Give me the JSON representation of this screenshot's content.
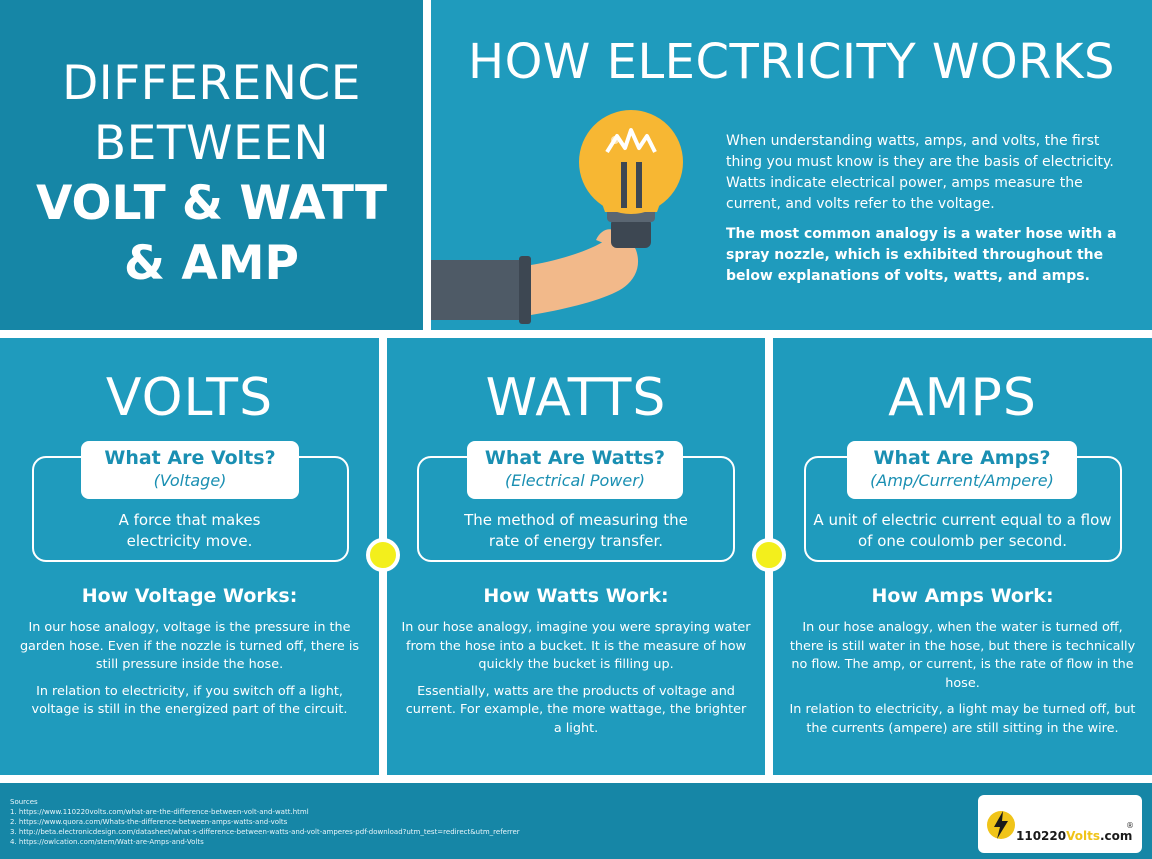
{
  "title": {
    "line1": "DIFFERENCE",
    "line2": "BETWEEN",
    "line3": "VOLT & WATT",
    "line4": "& AMP"
  },
  "how_electricity": {
    "heading": "HOW ELECTRICITY WORKS",
    "paragraph1": "When understanding watts, amps, and volts, the first thing you must know is they are the basis of electricity. Watts indicate electrical power, amps measure the current, and volts refer to the voltage.",
    "paragraph2": "The most common analogy is a water hose with a spray nozzle, which is exhibited throughout the below explanations of volts, watts, and amps."
  },
  "columns": [
    {
      "title": "VOLTS",
      "question": "What Are Volts?",
      "subtitle": "(Voltage)",
      "definition": "A force that makes electricity move.",
      "how_title": "How Voltage Works:",
      "how_p1": "In our hose analogy, voltage is the pressure in the garden hose. Even if the nozzle is turned off, there is still pressure inside the hose.",
      "how_p2": "In relation to electricity, if you switch off a light, voltage is still in the energized part of the circuit."
    },
    {
      "title": "WATTS",
      "question": "What Are Watts?",
      "subtitle": "(Electrical Power)",
      "definition": "The method of measuring the rate of energy transfer.",
      "how_title": "How Watts Work:",
      "how_p1": "In our hose analogy, imagine you were spraying water from the hose into a bucket. It is the measure of how quickly the bucket is filling up.",
      "how_p2": "Essentially, watts are the products of voltage and current. For example, the more wattage, the brighter a light."
    },
    {
      "title": "AMPS",
      "question": "What Are Amps?",
      "subtitle": "(Amp/Current/Ampere)",
      "definition": "A unit of electric current equal to a flow of one coulomb per second.",
      "how_title": "How Amps Work:",
      "how_p1": "In our hose analogy, when the water is turned off, there is still water in the hose, but there is technically no flow. The amp, or current, is the rate of flow in the hose.",
      "how_p2": "In relation to electricity, a light may be turned off, but the currents (ampere) are still sitting in the wire."
    }
  ],
  "footer": {
    "sources_label": "Sources",
    "sources": [
      "1. https://www.110220volts.com/what-are-the-difference-between-volt-and-watt.html",
      "2. https://www.quora.com/Whats-the-difference-between-amps-watts-and-volts",
      "3. http://beta.electronicdesign.com/datasheet/what-s-difference-between-watts-and-volt-amperes-pdf-download?utm_test=redirect&utm_referrer",
      "4. https://owlcation.com/stem/Watt-are-Amps-and-Volts"
    ],
    "logo_text_dark": "110220",
    "logo_text_yellow": "Volts",
    "logo_text_end": ".com",
    "logo_reg": "®"
  },
  "colors": {
    "panel": "#1f9bbd",
    "panel_dark": "#1686a6",
    "accent_yellow": "#f3ef1c",
    "bulb": "#f7b733"
  },
  "icons": [
    "light-bulb-icon",
    "hand-icon",
    "lightning-bolt-icon"
  ]
}
